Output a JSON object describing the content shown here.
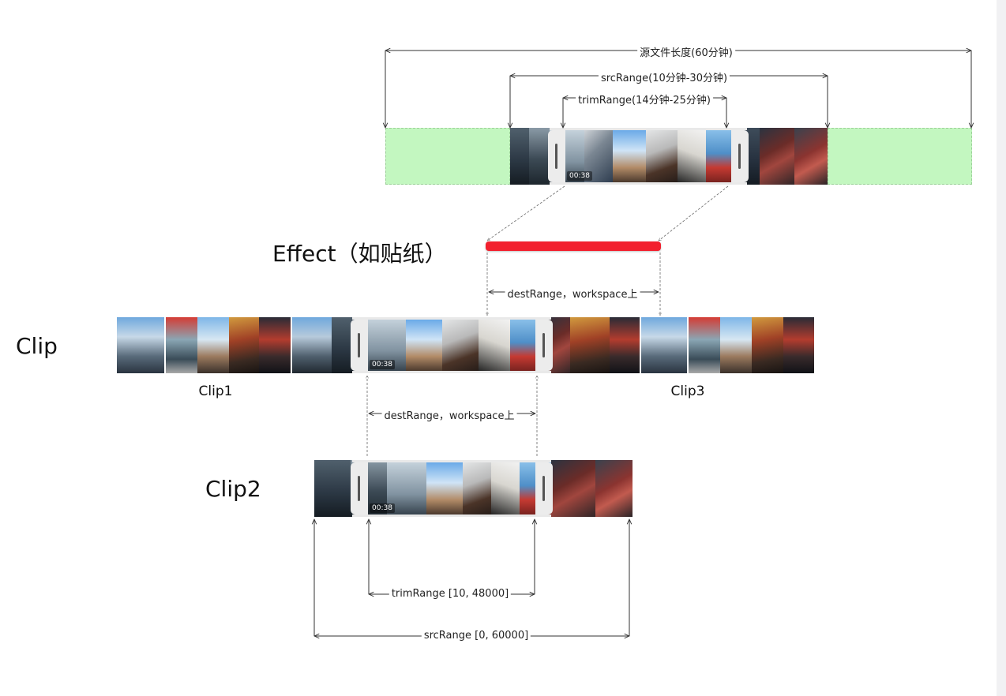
{
  "labels": {
    "source_length": "源文件长度(60分钟)",
    "src_range_top": "srcRange(10分钟-30分钟)",
    "trim_range_top": "trimRange(14分钟-25分钟)",
    "effect": "Effect（如贴纸）",
    "dest_range_effect": "destRange，workspace上",
    "clip_row": "Clip",
    "clip1": "Clip1",
    "clip3": "Clip3",
    "dest_range_clip": "destRange，workspace上",
    "clip2": "Clip2",
    "trim_range_bottom": "trimRange [10, 48000]",
    "src_range_bottom": "srcRange [0, 60000]"
  },
  "time_badges": {
    "top": "00:38",
    "clip_row": "00:38",
    "clip2": "00:38"
  },
  "colors": {
    "effect_bar": "#f2202e",
    "source_padding": "#c3f7c0",
    "arrow_line": "#333333",
    "trim_handle": "#ececec"
  },
  "icons": {
    "trim_grip": "vertical-bar-grip",
    "dimension_arrow": "double-headed-arrow"
  }
}
